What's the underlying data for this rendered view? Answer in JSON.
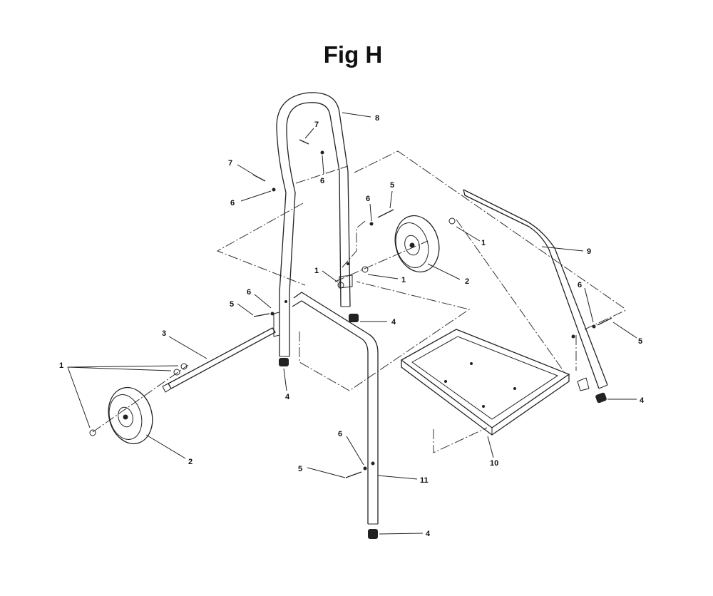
{
  "figure": {
    "title": "Fig H"
  },
  "callouts": [
    {
      "id": "c1",
      "text": "1"
    },
    {
      "id": "c2",
      "text": "1"
    },
    {
      "id": "c3",
      "text": "1"
    },
    {
      "id": "c4",
      "text": "1"
    },
    {
      "id": "c5",
      "text": "2"
    },
    {
      "id": "c6",
      "text": "2"
    },
    {
      "id": "c7",
      "text": "3"
    },
    {
      "id": "c8",
      "text": "4"
    },
    {
      "id": "c9",
      "text": "4"
    },
    {
      "id": "c10",
      "text": "4"
    },
    {
      "id": "c11",
      "text": "4"
    },
    {
      "id": "c12",
      "text": "5"
    },
    {
      "id": "c13",
      "text": "5"
    },
    {
      "id": "c14",
      "text": "5"
    },
    {
      "id": "c15",
      "text": "5"
    },
    {
      "id": "c16",
      "text": "6"
    },
    {
      "id": "c17",
      "text": "6"
    },
    {
      "id": "c18",
      "text": "6"
    },
    {
      "id": "c19",
      "text": "6"
    },
    {
      "id": "c20",
      "text": "6"
    },
    {
      "id": "c21",
      "text": "6"
    },
    {
      "id": "c22",
      "text": "7"
    },
    {
      "id": "c23",
      "text": "7"
    },
    {
      "id": "c24",
      "text": "8"
    },
    {
      "id": "c25",
      "text": "9"
    },
    {
      "id": "c26",
      "text": "10"
    },
    {
      "id": "c27",
      "text": "11"
    }
  ]
}
